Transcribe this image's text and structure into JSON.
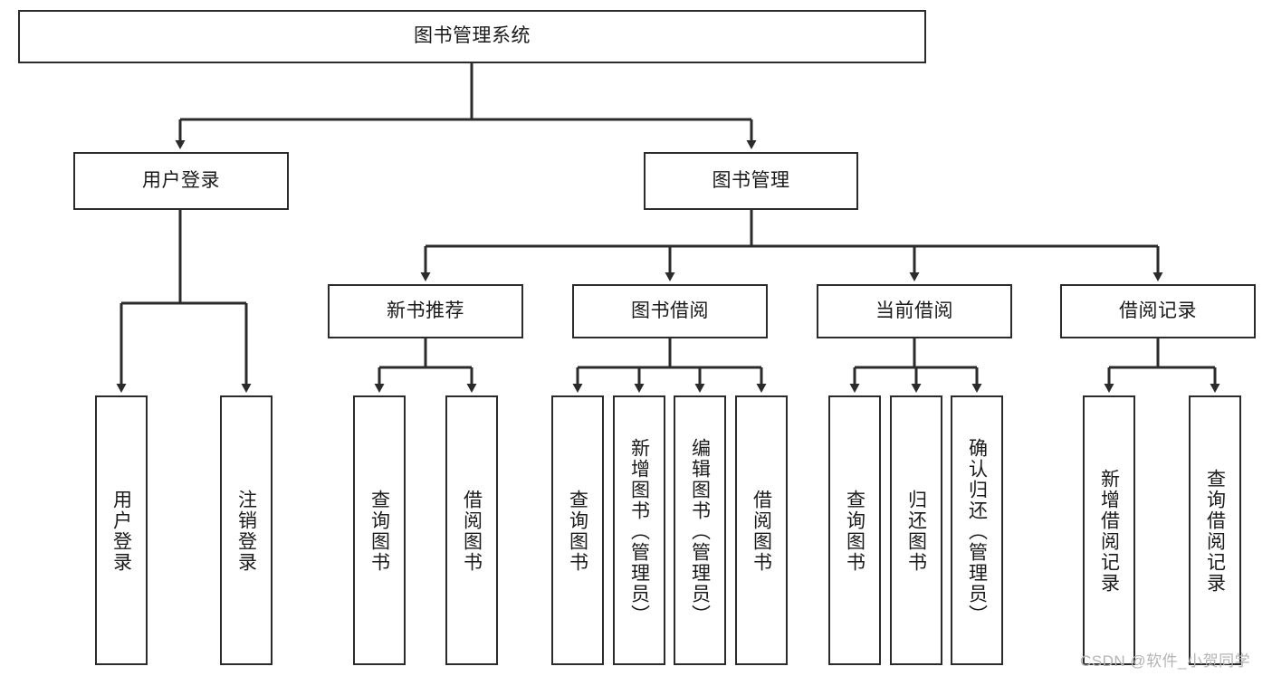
{
  "diagram": {
    "kind": "hierarchy-tree",
    "title_node": {
      "label": "图书管理系统"
    },
    "level2": [
      {
        "id": "user-login",
        "label": "用户登录"
      },
      {
        "id": "book-management",
        "label": "图书管理"
      }
    ],
    "level3": [
      {
        "id": "new-book-recommend",
        "label": "新书推荐"
      },
      {
        "id": "book-borrow",
        "label": "图书借阅"
      },
      {
        "id": "current-borrow",
        "label": "当前借阅"
      },
      {
        "id": "borrow-record",
        "label": "借阅记录"
      }
    ],
    "leaves": [
      {
        "id": "leaf-user-login",
        "label": "用户登录",
        "parent": "user-login"
      },
      {
        "id": "leaf-logout-login",
        "label": "注销登录",
        "parent": "user-login"
      },
      {
        "id": "leaf-query-book-1",
        "label": "查询图书",
        "parent": "new-book-recommend"
      },
      {
        "id": "leaf-borrow-book-1",
        "label": "借阅图书",
        "parent": "new-book-recommend"
      },
      {
        "id": "leaf-query-book-2",
        "label": "查询图书",
        "parent": "book-borrow"
      },
      {
        "id": "leaf-add-book",
        "label": "新增图书（管理员）",
        "parent": "book-borrow"
      },
      {
        "id": "leaf-edit-book",
        "label": "编辑图书（管理员）",
        "parent": "book-borrow"
      },
      {
        "id": "leaf-borrow-book-2",
        "label": "借阅图书",
        "parent": "book-borrow"
      },
      {
        "id": "leaf-query-book-3",
        "label": "查询图书",
        "parent": "current-borrow"
      },
      {
        "id": "leaf-return-book",
        "label": "归还图书",
        "parent": "current-borrow"
      },
      {
        "id": "leaf-confirm-return",
        "label": "确认归还（管理员）",
        "parent": "current-borrow"
      },
      {
        "id": "leaf-add-record",
        "label": "新增借阅记录",
        "parent": "borrow-record"
      },
      {
        "id": "leaf-query-record",
        "label": "查询借阅记录",
        "parent": "borrow-record"
      }
    ],
    "watermark": "CSDN @软件_小贺同学",
    "colors": {
      "stroke": "#2b2b2b",
      "fill": "#ffffff",
      "text": "#1a1a1a",
      "watermark": "#b4b4b4"
    }
  }
}
